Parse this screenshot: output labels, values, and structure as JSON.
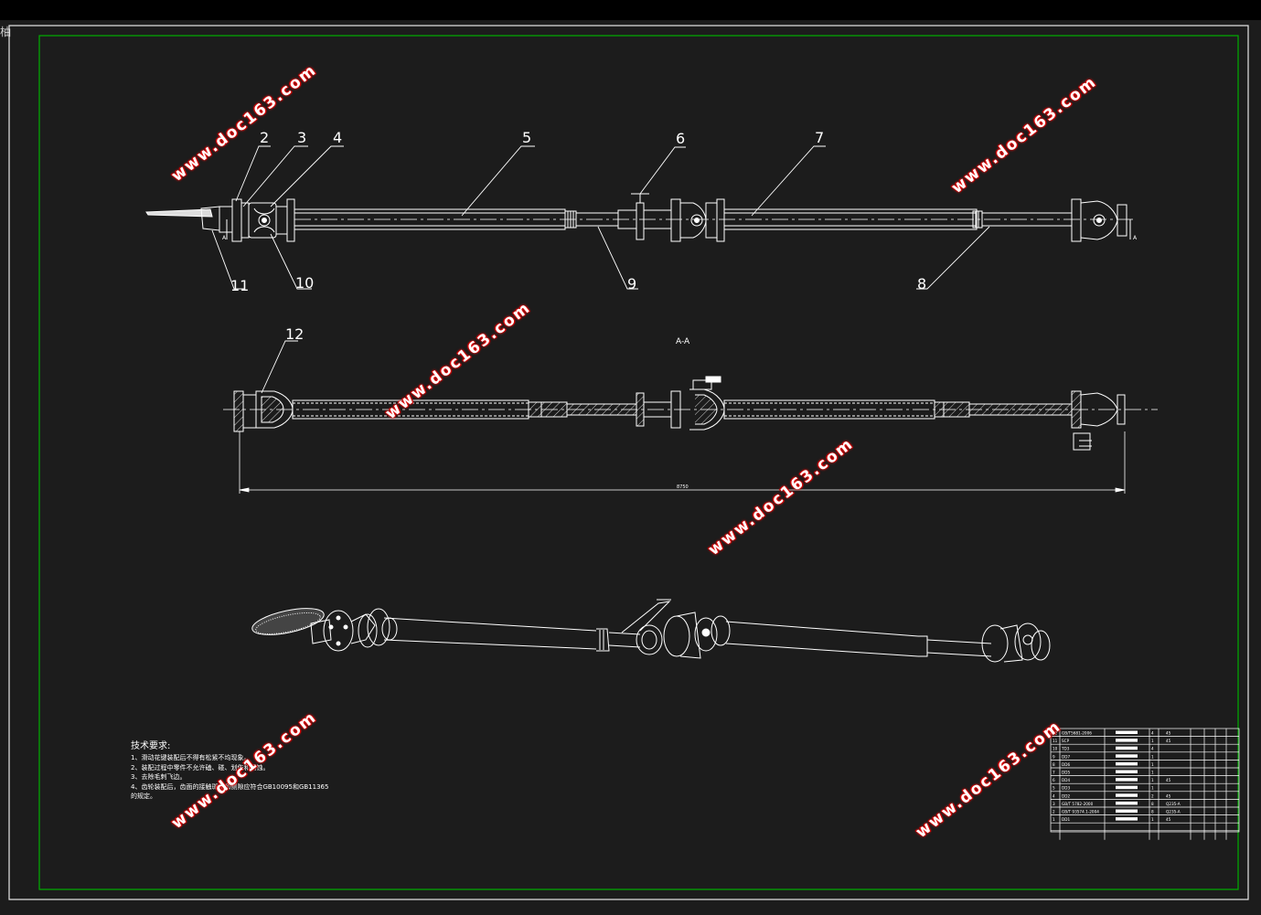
{
  "corner_label": "柚",
  "callouts": {
    "c1": "2",
    "c2": "3",
    "c3": "4",
    "c4": "5",
    "c5": "6",
    "c6": "7",
    "c7": "11",
    "c8": "10",
    "c9": "9",
    "c10": "8",
    "c11": "12"
  },
  "section_label": "A-A",
  "section_mark": "A",
  "dimension": "8750",
  "watermark": "www.doc163.com",
  "tech": {
    "title": "技术要求:",
    "items": [
      "1、滑动花键装配后不得有松紧不均现象。",
      "2、装配过程中零件不允许磕、碰、划伤和锈蚀。",
      "3、去除毛刺飞边。",
      "4、齿轮装配后，齿面的接触斑点和侧隙应符合GB10095和GB11365",
      "的规定。"
    ]
  },
  "bom": {
    "rows": [
      {
        "no": "12",
        "code": "GB/T5681-2006",
        "qty": "4",
        "mat": "45"
      },
      {
        "no": "11",
        "code": "SCP",
        "qty": "1",
        "mat": "45"
      },
      {
        "no": "10",
        "code": "TD3",
        "qty": "4",
        "mat": ""
      },
      {
        "no": "9",
        "code": "DD7",
        "qty": "1",
        "mat": ""
      },
      {
        "no": "8",
        "code": "DD6",
        "qty": "1",
        "mat": ""
      },
      {
        "no": "7",
        "code": "DD5",
        "qty": "1",
        "mat": ""
      },
      {
        "no": "6",
        "code": "DD4",
        "qty": "1",
        "mat": "45"
      },
      {
        "no": "5",
        "code": "DD3",
        "qty": "1",
        "mat": ""
      },
      {
        "no": "4",
        "code": "DD2",
        "qty": "2",
        "mat": "45"
      },
      {
        "no": "3",
        "code": "GB/T 5782-2000",
        "qty": "8",
        "mat": "Q235-A"
      },
      {
        "no": "2",
        "code": "GB/T 93574.1-2004",
        "qty": "8",
        "mat": "Q235-A"
      },
      {
        "no": "1",
        "code": "DD1",
        "qty": "1",
        "mat": "45"
      }
    ]
  },
  "colors": {
    "frame": "#00b000",
    "line": "#ffffff",
    "watermark_shadow": "#e01010"
  }
}
